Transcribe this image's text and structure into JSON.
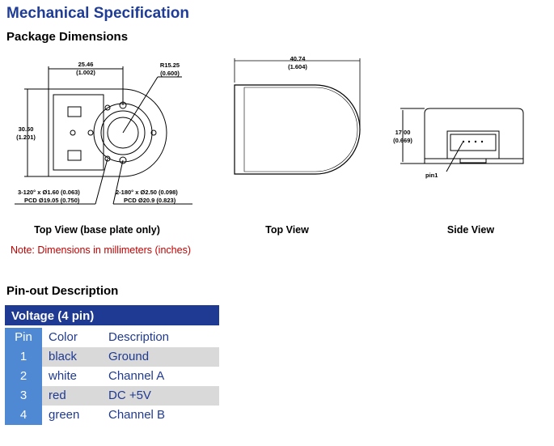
{
  "title": "Mechanical Specification",
  "package_dimensions": {
    "heading": "Package Dimensions",
    "top_view_base": {
      "width": "25.46",
      "width_in": "(1.002)",
      "radius": "R15.25",
      "radius_in": "(0.600)",
      "height": "30.50",
      "height_in": "(1.201)",
      "holes_a": "3-120° x Ø1.60  (0.063)",
      "pcd_a": "PCD Ø19.05 (0.750)",
      "holes_b": "2-180° x Ø2.50  (0.098)",
      "pcd_b": "PCD Ø20.9 (0.823)",
      "caption": "Top View (base plate only)"
    },
    "top_view": {
      "width": "40.74",
      "width_in": "(1.604)",
      "caption": "Top View"
    },
    "side_view": {
      "height": "17.00",
      "height_in": "(0.669)",
      "pin_label": "pin1",
      "caption": "Side View"
    },
    "note": "Note: Dimensions in millimeters (inches)"
  },
  "pinout": {
    "heading": "Pin-out Description",
    "table_title": "Voltage (4 pin)",
    "headers": [
      "Pin",
      "Color",
      "Description"
    ],
    "rows": [
      {
        "pin": "1",
        "color": "black",
        "description": "Ground"
      },
      {
        "pin": "2",
        "color": "white",
        "description": "Channel A"
      },
      {
        "pin": "3",
        "color": "red",
        "description": "DC +5V"
      },
      {
        "pin": "4",
        "color": "green",
        "description": "Channel B"
      }
    ]
  }
}
